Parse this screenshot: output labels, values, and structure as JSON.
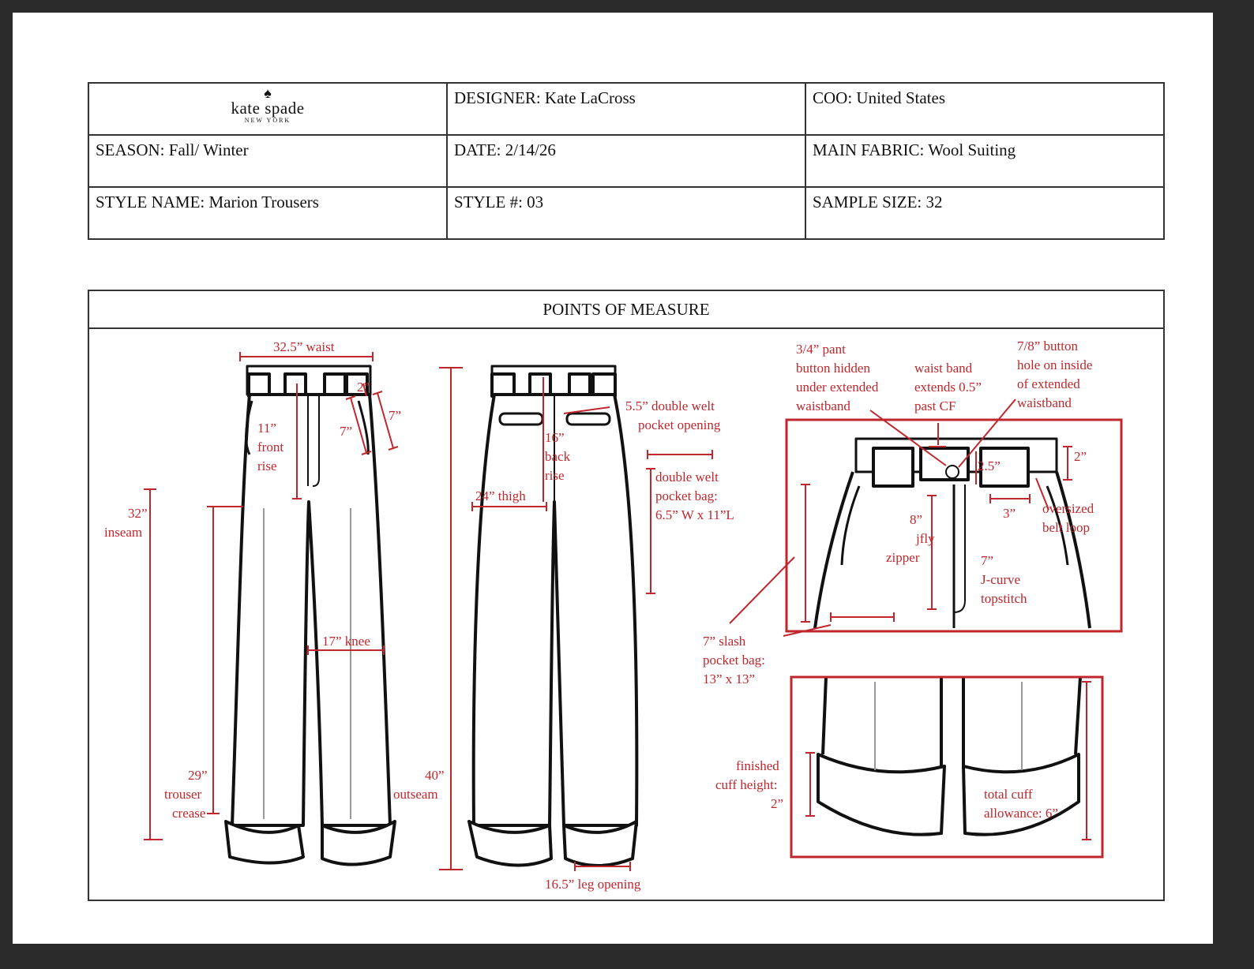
{
  "header": {
    "logo": {
      "brand": "kate spade",
      "city": "NEW YORK"
    },
    "designer": "DESIGNER: Kate LaCross",
    "coo": "COO: United States",
    "season": "SEASON: Fall/ Winter",
    "date": "DATE: 2/14/26",
    "main_fabric": "MAIN FABRIC: Wool Suiting",
    "style_name": "STYLE NAME: Marion Trousers",
    "style_number": "STYLE #: 03",
    "sample_size": "SAMPLE SIZE: 32"
  },
  "pom": {
    "title": "POINTS OF MEASURE",
    "front": {
      "waist": "32.5” waist",
      "rise": [
        "11”",
        "front",
        "rise"
      ],
      "waistband_height": "2”",
      "pocket_outer": "7”",
      "pocket_inner": "7”",
      "inseam": [
        "32”",
        "inseam"
      ],
      "knee": "17” knee",
      "crease": [
        "29”",
        "trouser",
        "crease"
      ]
    },
    "back": {
      "back_rise": [
        "16”",
        "back",
        "rise"
      ],
      "thigh": "24” thigh",
      "outseam": [
        "40”",
        "outseam"
      ],
      "leg_opening": "16.5” leg opening",
      "welt_opening": [
        "5.5” double welt",
        "pocket opening"
      ],
      "welt_bag": [
        "double welt",
        "pocket bag:",
        "6.5” W x 11”L"
      ]
    },
    "detail": {
      "pant_button": [
        "3/4” pant",
        "button hidden",
        "under extended",
        "waistband"
      ],
      "waistband_ext": [
        "waist band",
        "extends 0.5”",
        "past CF"
      ],
      "button_hole": [
        "7/8” button",
        "hole on inside",
        "of extended",
        "waistband"
      ],
      "waistband_h": "2”",
      "belt_loop_h": "2.5”",
      "belt_loop_w": "3”",
      "belt_loop_label": [
        "oversized",
        "belt loop"
      ],
      "zipper": [
        "8”",
        "jfly",
        "zipper"
      ],
      "topstitch": [
        "7”",
        "J-curve",
        "topstitch"
      ],
      "slash_pocket": [
        "7” slash",
        "pocket bag:",
        "13” x 13”"
      ],
      "cuff_height": [
        "finished",
        "cuff height:",
        "2”"
      ],
      "cuff_allowance": [
        "total cuff",
        "allowance: 6”"
      ]
    }
  },
  "colors": {
    "accent": "#c0272d",
    "line": "#111111"
  }
}
